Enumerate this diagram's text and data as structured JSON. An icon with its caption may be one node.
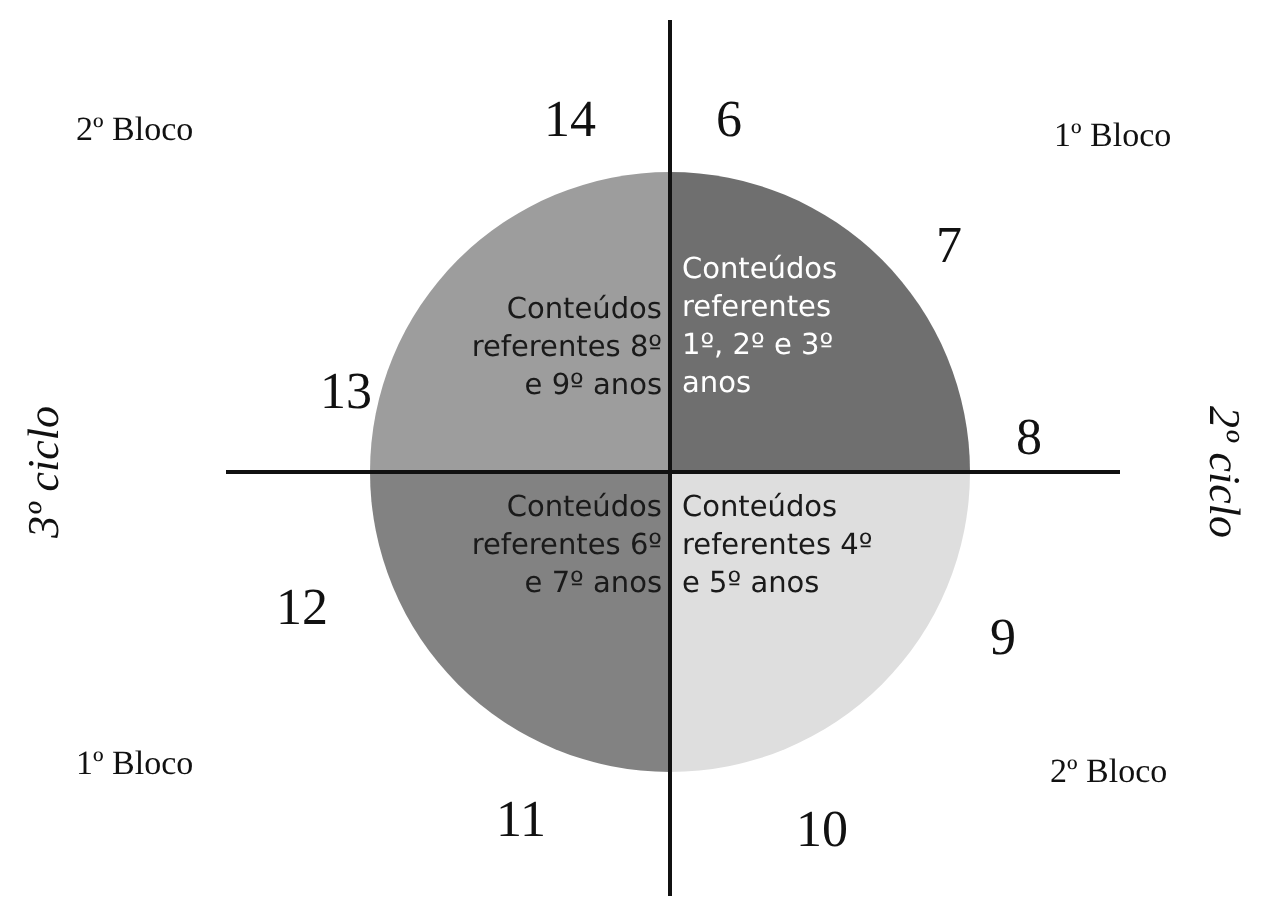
{
  "diagram": {
    "nodes": [
      {
        "text": [
          "Conteúdos referentes 8º e 9º anos"
        ]
      },
      {
        "text": [
          "Conteúdos referentes 1º, 2º e 3º anos"
        ]
      },
      {
        "text": [
          "Conteúdos referentes 6º e 7º anos"
        ]
      },
      {
        "text": [
          "Conteúdos referentes 4º e 5º anos"
        ]
      }
    ],
    "edges": [],
    "labels": [
      "2º Bloco",
      "14",
      "6",
      "1º Bloco",
      "7",
      "13",
      "8",
      "3º ciclo",
      "2º ciclo",
      "12",
      "9",
      "1º Bloco",
      "2º Bloco",
      "11",
      "10"
    ]
  }
}
